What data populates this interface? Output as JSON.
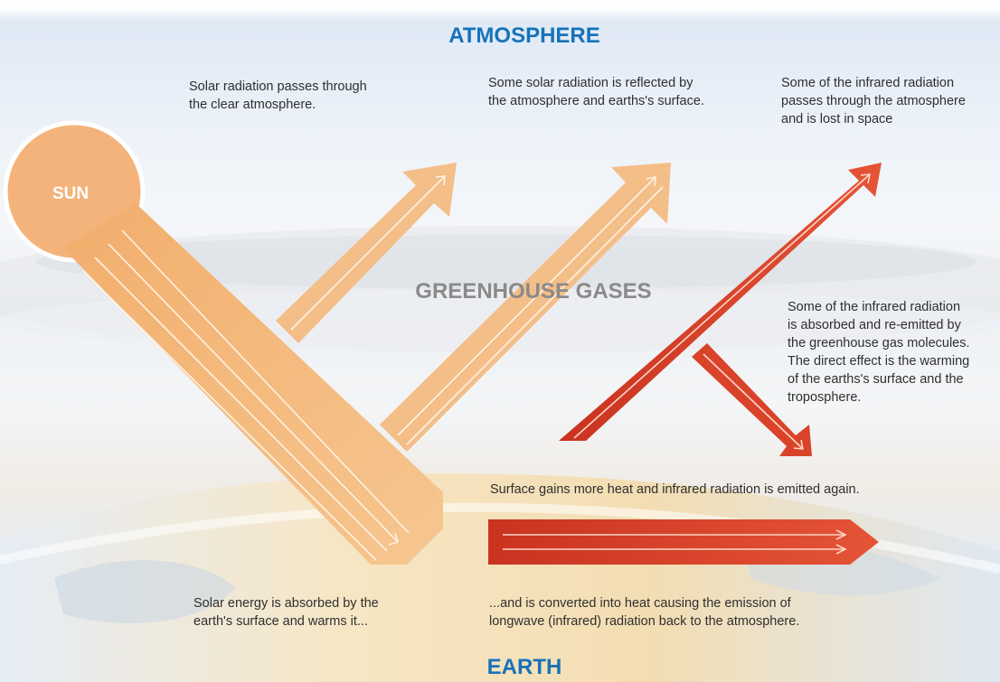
{
  "titles": {
    "top": "ATMOSPHERE",
    "middle": "GREENHOUSE GASES",
    "bottom": "EARTH"
  },
  "sun": {
    "label": "SUN"
  },
  "captions": {
    "solar_passes": "Solar radiation passes through\nthe clear atmosphere.",
    "solar_reflected": "Some solar radiation is reflected by\nthe atmosphere and earths's surface.",
    "infrared_lost": "Some of the infrared radiation\npasses through the atmosphere\nand is lost in space",
    "infrared_absorbed": "Some of the infrared radiation\nis absorbed and re-emitted by\nthe greenhouse gas molecules.\nThe direct effect is the warming\nof the earths's surface and the\ntroposphere.",
    "surface_gains": "Surface gains more heat and infrared radiation is emitted again.",
    "solar_absorbed": "Solar energy is absorbed by the\nearth's surface and warms it...",
    "converted_heat": "...and is converted into heat causing the emission of\nlongwave (infrared) radiation back to the atmosphere."
  },
  "colors": {
    "title_blue": "#1773b8",
    "solar_orange": "#f3b67a",
    "infrared_red": "#d9432a",
    "greenhouse_gray": "#8a8a8a"
  }
}
